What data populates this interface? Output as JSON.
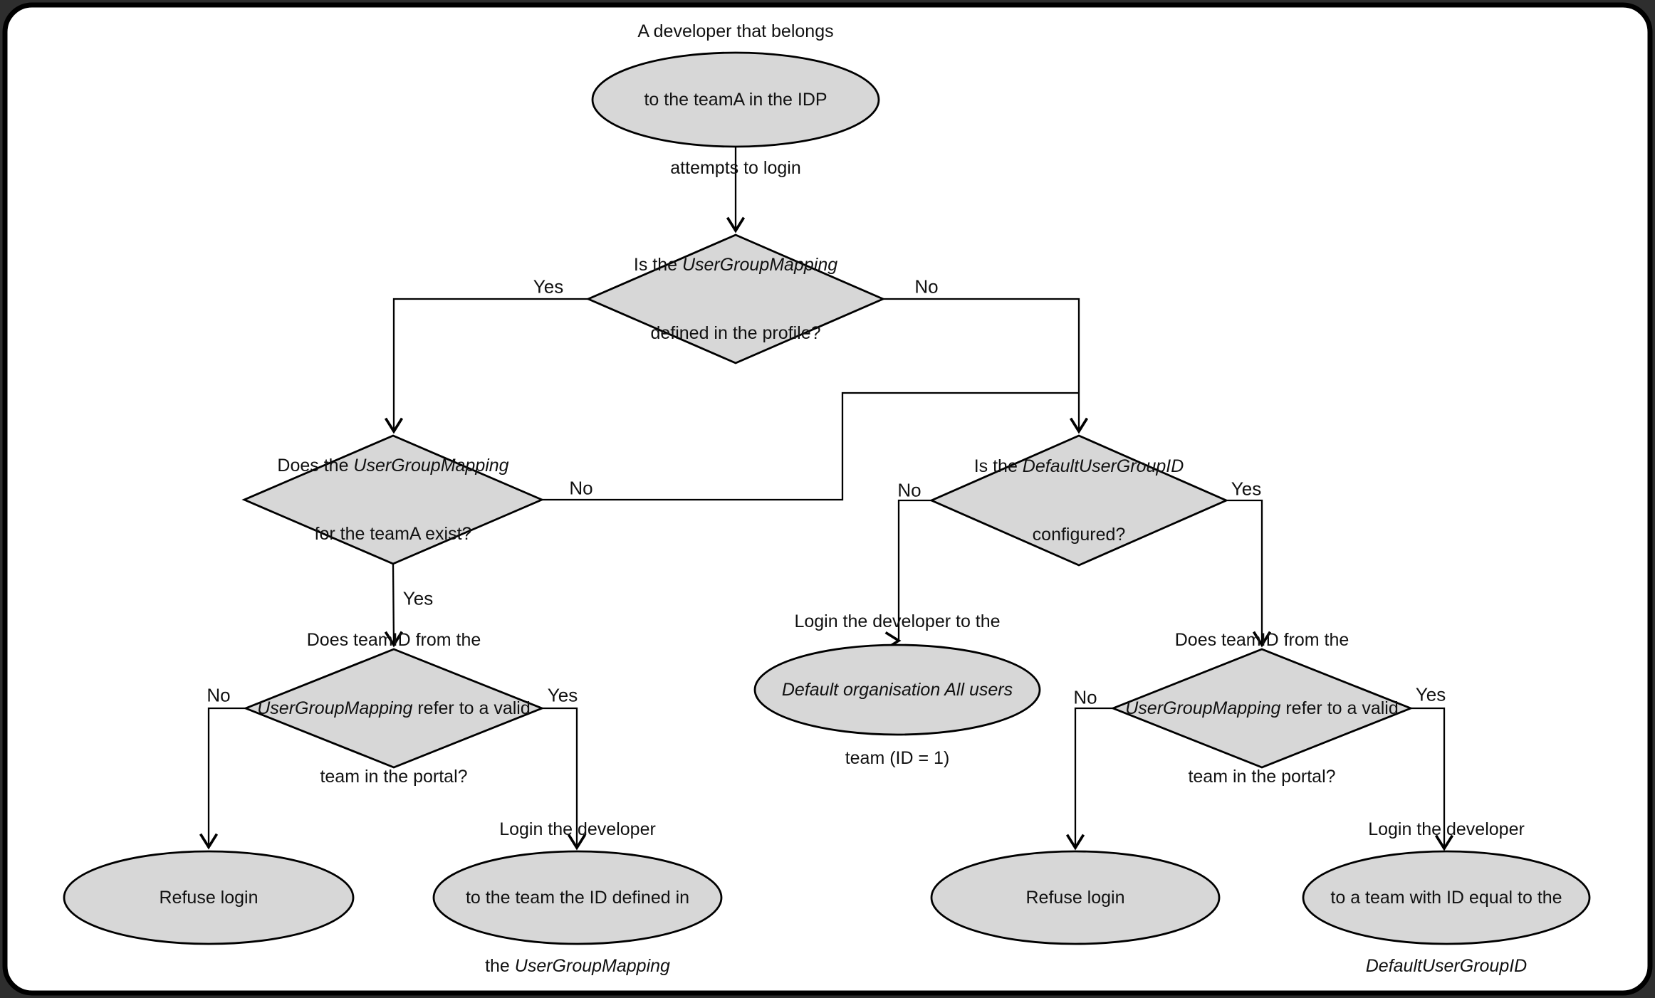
{
  "canvas": {
    "bg": "#ffffff",
    "outside_bg": "#2e2e2e",
    "frame_stroke": "#000000",
    "shape_fill": "#d7d7d7",
    "shape_stroke": "#000000",
    "line_color": "#000000",
    "text_color": "#111111"
  },
  "nodes": {
    "start": {
      "l1": "A developer that belongs",
      "l2": "to the teamA in the IDP",
      "l3": "attempts to login"
    },
    "d_mapping_defined": {
      "l1a": "Is the ",
      "l1b": "UserGroupMapping",
      "l2": "defined in the profile?"
    },
    "d_mapping_exists": {
      "l1a": "Does the ",
      "l1b": "UserGroupMapping",
      "l2": "for the teamA exist?"
    },
    "d_default_configured": {
      "l1a": "Is the ",
      "l1b": "DefaultUserGroupID",
      "l2": "configured?"
    },
    "d_teamid_valid_left": {
      "l1": "Does teamID from the",
      "l2a": "UserGroupMapping",
      "l2b": " refer to a valid",
      "l3": "team in the portal?"
    },
    "d_teamid_valid_right": {
      "l1": "Does teamID from the",
      "l2a": "UserGroupMapping",
      "l2b": " refer to a valid",
      "l3": "team in the portal?"
    },
    "refuse_left": {
      "l1": "Refuse login"
    },
    "login_mapping_team": {
      "l1": "Login the developer",
      "l2": "to the team the ID defined in",
      "l3a": "the ",
      "l3b": "UserGroupMapping"
    },
    "login_default_org": {
      "l1": "Login the developer to the",
      "l2": "Default organisation All users",
      "l3": "team (ID = 1)"
    },
    "refuse_right": {
      "l1": "Refuse login"
    },
    "login_default_group": {
      "l1": "Login the developer",
      "l2": "to a team with ID equal to the",
      "l3": "DefaultUserGroupID"
    }
  },
  "edge_labels": {
    "defined_yes": "Yes",
    "defined_no": "No",
    "exists_yes": "Yes",
    "exists_no": "No",
    "default_no": "No",
    "default_yes": "Yes",
    "valid_left_no": "No",
    "valid_left_yes": "Yes",
    "valid_right_no": "No",
    "valid_right_yes": "Yes"
  }
}
